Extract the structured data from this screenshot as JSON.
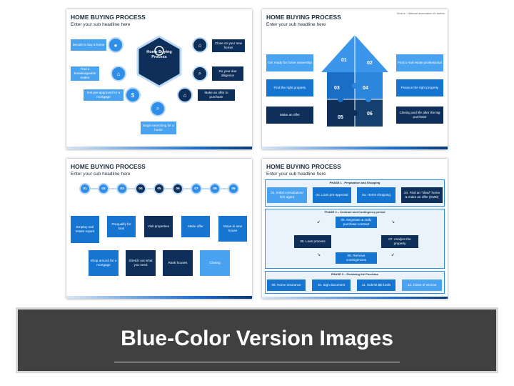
{
  "slide_title": "HOME BUYING PROCESS",
  "slide_subtitle": "Enter your sub headline here",
  "slide1": {
    "center": "Home Buying Process",
    "steps": [
      "Decide to buy a home",
      "Find a knowledgeable realtor",
      "Get pre-approved for a mortgage",
      "Begin searching for a home",
      "Make an offer to purchase",
      "Do your due diligence",
      "Close on your new home!"
    ]
  },
  "slide2": {
    "source": "Source : National association of realtors",
    "numbers": [
      "01",
      "02",
      "03",
      "04",
      "05",
      "06"
    ],
    "left": [
      "Get ready for home ownership",
      "Find the right property",
      "Make an offer"
    ],
    "right": [
      "Find a real estate professional",
      "Finance the right property",
      "Closing and life after the big purchase"
    ]
  },
  "slide3": {
    "numbers": [
      "01",
      "02",
      "03",
      "04",
      "05",
      "06",
      "07",
      "08",
      "09"
    ],
    "top": [
      "Employ real estate expert",
      "Prequalify for loan",
      "Visit properties",
      "Make offer",
      "Move-in new house"
    ],
    "bottom": [
      "Shop around for a mortgage",
      "Stretch out what you need",
      "Rank houses",
      "Closing"
    ]
  },
  "slide4": {
    "phase1": "PHASE 1 - Preparation and Shopping",
    "phase1_steps": [
      "01. Initial consultation/ hire agent",
      "02. Loan pre-approval",
      "03. Home shopping",
      "04. Find an \"ideal\" home & make an offer (EMD)"
    ],
    "phase2": "PHASE 2 – Contract and Contingency period",
    "phase2_steps": [
      "05. Negotiate & ratify purchase contract",
      "06. Loan process",
      "07. Analyze the property",
      "08. Remove contingencies"
    ],
    "phase3": "PHASE 3 – Finalizing the Purchase",
    "phase3_steps": [
      "09. Home insurance",
      "10. Sign document",
      "11. Submit $$ funds",
      "12. Close of escrow"
    ]
  },
  "banner": {
    "title": "Blue-Color Version Images"
  },
  "colors": {
    "light_blue": "#4aa3f0",
    "mid_blue": "#1675d1",
    "dark_navy": "#0d2f5a",
    "banner_bg": "#404040"
  }
}
